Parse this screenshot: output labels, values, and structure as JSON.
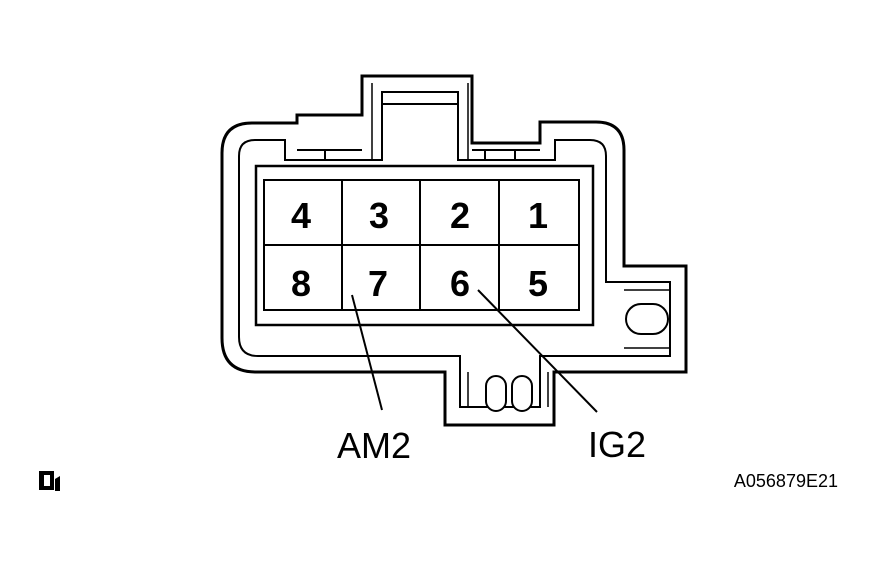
{
  "connector": {
    "pins_top": [
      "4",
      "3",
      "2",
      "1"
    ],
    "pins_bottom": [
      "8",
      "7",
      "6",
      "5"
    ]
  },
  "callouts": {
    "am2": "AM2",
    "ig2": "IG2"
  },
  "figure_code": "A056879E21",
  "icons": {
    "corner_symbol": "connector-front-view-icon"
  }
}
